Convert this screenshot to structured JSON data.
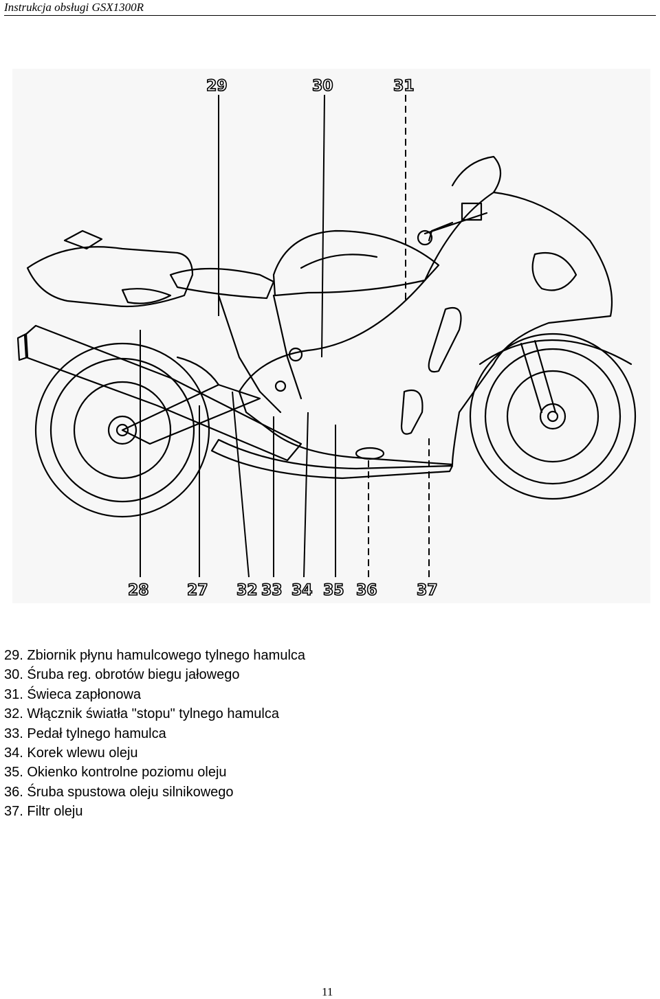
{
  "header": {
    "title": "Instrukcja obsługi GSX1300R"
  },
  "figure": {
    "callouts_top": [
      "29",
      "30",
      "31"
    ],
    "callouts_bottom": [
      "28",
      "27",
      "32",
      "33",
      "34",
      "35",
      "36",
      "37"
    ]
  },
  "legend": [
    "29. Zbiornik płynu hamulcowego tylnego hamulca",
    "30. Śruba reg. obrotów biegu jałowego",
    "31. Świeca zapłonowa",
    "32. Włącznik światła \"stopu\" tylnego hamulca",
    "33. Pedał tylnego hamulca",
    "34. Korek wlewu oleju",
    "35. Okienko kontrolne poziomu oleju",
    "36. Śruba spustowa oleju silnikowego",
    "37. Filtr oleju"
  ],
  "page_number": "11"
}
